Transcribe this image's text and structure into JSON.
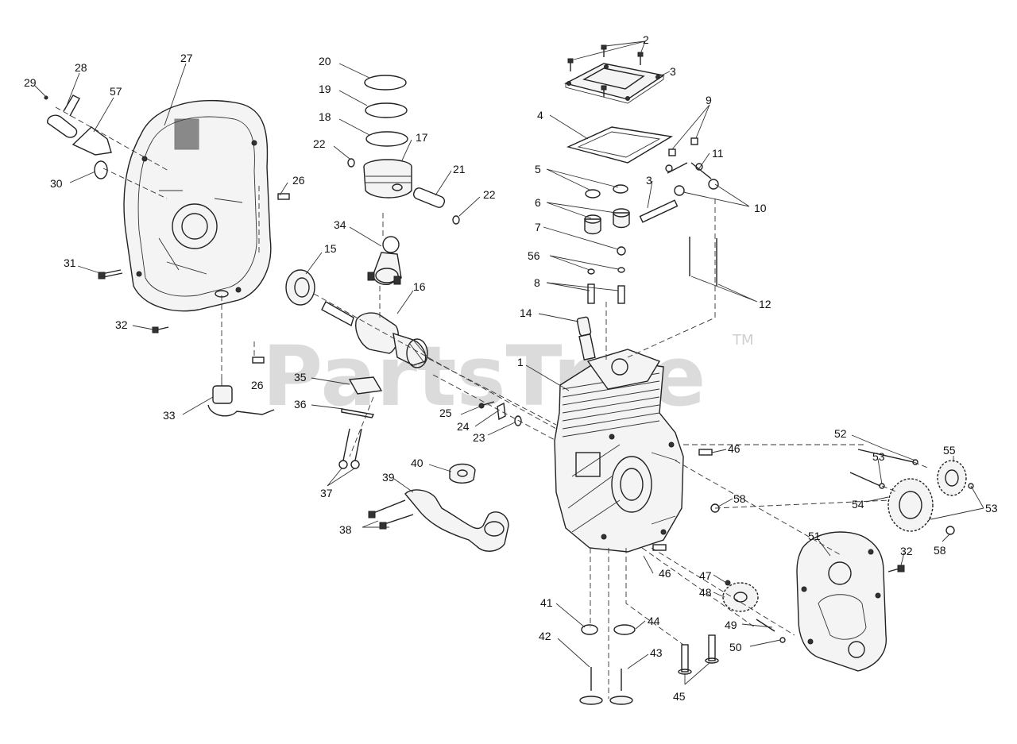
{
  "watermark": {
    "text": "PartsTree",
    "trademark": "TM"
  },
  "callouts": {
    "c1": "1",
    "c2": "2",
    "c3": "3",
    "c3b": "3",
    "c4": "4",
    "c5": "5",
    "c6": "6",
    "c7": "7",
    "c8": "8",
    "c9": "9",
    "c10": "10",
    "c11": "11",
    "c12": "12",
    "c14": "14",
    "c15": "15",
    "c16": "16",
    "c17": "17",
    "c18": "18",
    "c19": "19",
    "c20": "20",
    "c21": "21",
    "c22a": "22",
    "c22b": "22",
    "c23": "23",
    "c24": "24",
    "c25": "25",
    "c26a": "26",
    "c26b": "26",
    "c27": "27",
    "c28": "28",
    "c29": "29",
    "c30": "30",
    "c31": "31",
    "c32a": "32",
    "c32b": "32",
    "c33": "33",
    "c34": "34",
    "c35": "35",
    "c36": "36",
    "c37": "37",
    "c38": "38",
    "c39": "39",
    "c40": "40",
    "c41": "41",
    "c42": "42",
    "c43": "43",
    "c44": "44",
    "c45": "45",
    "c46a": "46",
    "c46b": "46",
    "c47": "47",
    "c48": "48",
    "c49": "49",
    "c50": "50",
    "c51": "51",
    "c52": "52",
    "c53a": "53",
    "c53b": "53",
    "c54": "54",
    "c55": "55",
    "c56": "56",
    "c57": "57",
    "c58a": "58",
    "c58b": "58"
  }
}
